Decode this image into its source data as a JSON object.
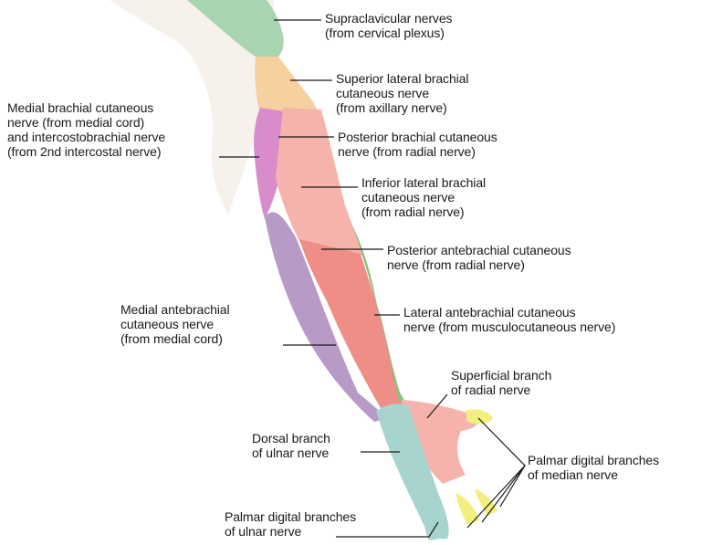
{
  "colors": {
    "cervical_plexus": "#a9d4b1",
    "axillary_nerve": "#f7d0a0",
    "radial_nerve": "#ef8e86",
    "radial_nerve_light": "#f6b3ac",
    "medial_brachial": "#d98ccc",
    "medial_antebrachial": "#b89ac6",
    "musculocutaneous": "#8fbf7a",
    "ulnar_nerve": "#a8d4cf",
    "median_nerve": "#f2ef7e",
    "skin": "#f6f1ea",
    "leader_line": "#1a1a1a"
  },
  "labels": {
    "supraclavicular": [
      "Supraclavicular nerves",
      "(from cervical plexus)"
    ],
    "superior_lateral_brachial": [
      "Superior lateral brachial",
      "cutaneous nerve",
      "(from axillary nerve)"
    ],
    "medial_brachial": [
      "Medial brachial cutaneous",
      "nerve (from medial cord)",
      "and intercostobrachial nerve",
      "(from 2nd intercostal nerve)"
    ],
    "posterior_brachial": [
      "Posterior brachial cutaneous",
      "nerve (from radial nerve)"
    ],
    "inferior_lateral_brachial": [
      "Inferior lateral brachial",
      "cutaneous nerve",
      "(from radial nerve)"
    ],
    "posterior_antebrachial": [
      "Posterior antebrachial cutaneous",
      "nerve (from radial nerve)"
    ],
    "medial_antebrachial": [
      "Medial antebrachial",
      "cutaneous nerve",
      "(from medial cord)"
    ],
    "lateral_antebrachial": [
      "Lateral antebrachial cutaneous",
      "nerve (from musculocutaneous nerve)"
    ],
    "superficial_radial": [
      "Superficial branch",
      "of radial nerve"
    ],
    "dorsal_ulnar": [
      "Dorsal branch",
      "of ulnar nerve"
    ],
    "palmar_median": [
      "Palmar digital branches",
      "of median nerve"
    ],
    "palmar_ulnar": [
      "Palmar digital branches",
      "of ulnar nerve"
    ]
  }
}
